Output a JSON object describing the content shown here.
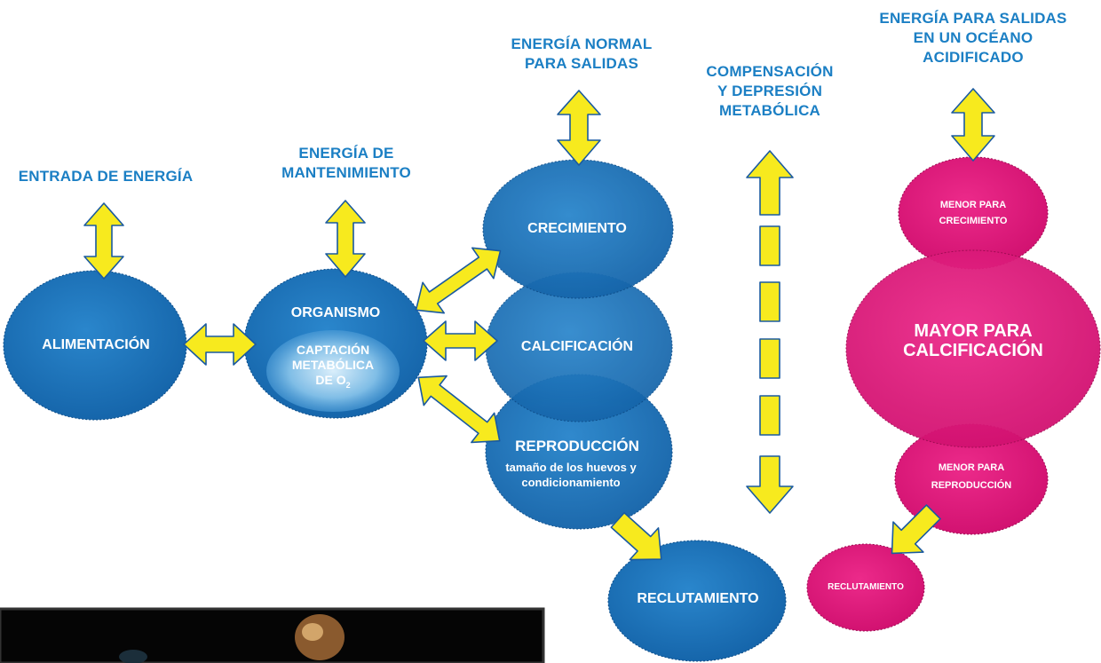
{
  "headers": {
    "energy_input": "ENTRADA DE ENERGÍA",
    "maintenance": [
      "ENERGÍA DE",
      "MANTENIMIENTO"
    ],
    "normal_outputs": [
      "ENERGÍA NORMAL",
      "PARA SALIDAS"
    ],
    "compensation": [
      "COMPENSACIÓN",
      "Y DEPRESIÓN",
      "METABÓLICA"
    ],
    "acidified_outputs": [
      "ENERGÍA PARA SALIDAS",
      "EN UN OCÉANO",
      "ACIDIFICADO"
    ]
  },
  "nodes": {
    "feeding": "ALIMENTACIÓN",
    "organism": "ORGANISMO",
    "uptake": [
      "CAPTACIÓN",
      "METABÓLICA",
      "DE O",
      "2"
    ],
    "growth": "CRECIMIENTO",
    "calcification": "CALCIFICACIÓN",
    "reproduction": "REPRODUCCIÓN",
    "reproduction_sub": [
      "tamaño de los huevos y",
      "condicionamiento"
    ],
    "recruitment": "RECLUTAMIENTO",
    "less_growth": [
      "MENOR PARA",
      "CRECIMIENTO"
    ],
    "more_calcification": [
      "MAYOR PARA",
      "CALCIFICACIÓN"
    ],
    "less_reproduction": [
      "MENOR PARA",
      "REPRODUCCIÓN"
    ],
    "recruitment_acid": "RECLUTAMIENTO"
  },
  "colors": {
    "blue_node": "#1a6fb5",
    "pink_node": "#e0197b",
    "arrow_fill": "#f7ea1e",
    "arrow_stroke": "#1a5aa0",
    "header_text": "#1b7fc4"
  }
}
